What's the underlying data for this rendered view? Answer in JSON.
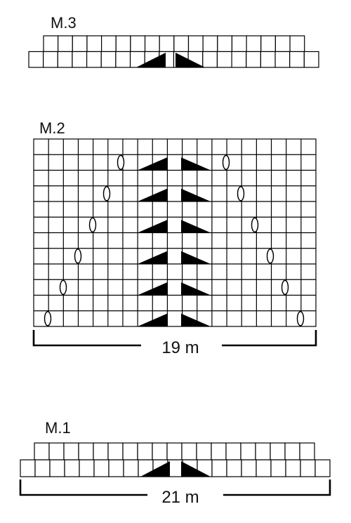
{
  "diagrams": {
    "m3": {
      "label": "M.3"
    },
    "m2": {
      "label": "M.2",
      "width_label": "19 m",
      "columns": 19,
      "rows": 12
    },
    "m1": {
      "label": "M.1",
      "width_label": "21 m",
      "columns": 21
    }
  }
}
